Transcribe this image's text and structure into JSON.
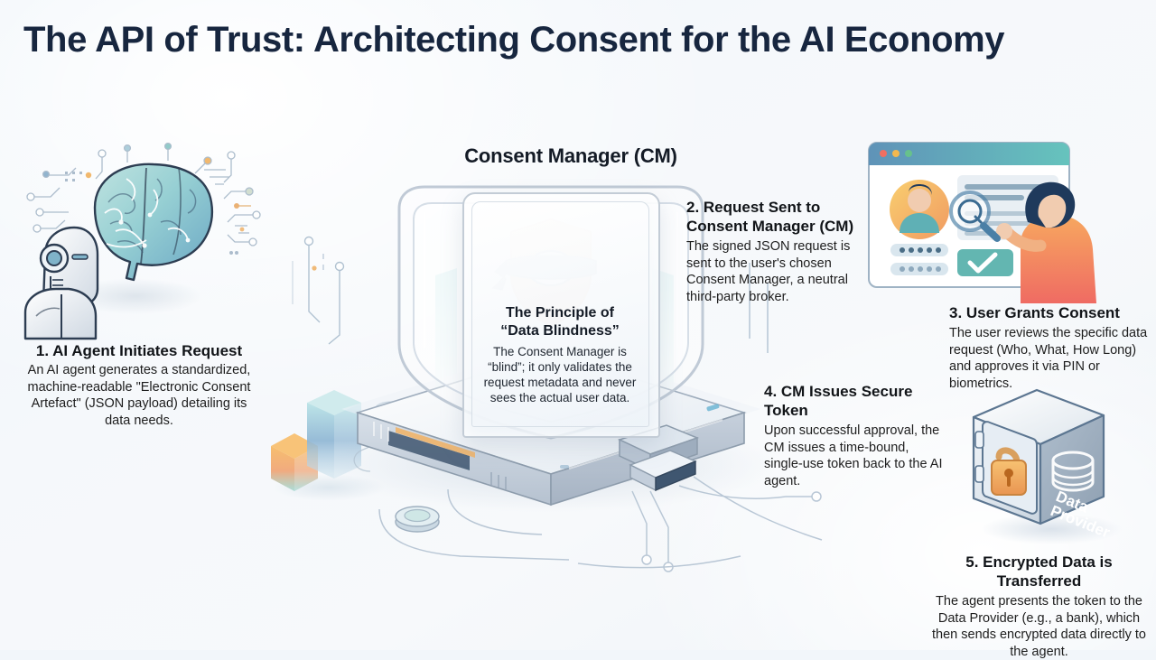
{
  "title": "The API of Trust: Architecting Consent for the AI Economy",
  "center": {
    "heading": "Consent Manager (CM)",
    "card_heading_line1": "The Principle of",
    "card_heading_line2": "“Data Blindness”",
    "card_body": "The Consent Manager is “blind”; it only validates the request metadata and never sees the actual user data."
  },
  "steps": [
    {
      "id": "step-1",
      "heading": "1. AI Agent Initiates Request",
      "body": "An AI agent generates a standardized, machine-readable \"Electronic Consent Artefact\" (JSON payload) detailing its data needs."
    },
    {
      "id": "step-2",
      "heading": "2. Request Sent to Consent Manager (CM)",
      "body": "The signed JSON request is sent to the user's chosen Consent Manager, a neutral third-party broker."
    },
    {
      "id": "step-3",
      "heading": "3. User Grants Consent",
      "body": "The user reviews the specific data request (Who, What, How Long) and approves it via PIN or biometrics."
    },
    {
      "id": "step-4",
      "heading": "4. CM Issues Secure Token",
      "body": "Upon successful approval, the CM issues a time-bound, single-use token back to the AI agent."
    },
    {
      "id": "step-5",
      "heading": "5. Encrypted Data is Transferred",
      "body": "The agent presents the token to the Data Provider (e.g., a bank), which then sends encrypted data directly to the agent."
    }
  ],
  "illustrations": {
    "vault_label_line1": "Data",
    "vault_label_line2": "Provider",
    "icons": {
      "brain": "brain-icon",
      "robot": "robot-head-icon",
      "shield_blindfold": "blindfolded-shield-icon",
      "padlock": "padlock-icon",
      "database": "database-cylinder-icon",
      "magnifier": "magnifier-icon",
      "checkmark": "checkmark-icon",
      "avatar": "avatar-icon"
    }
  },
  "colors": {
    "title": "#17263f",
    "accent_orange": "#f5a14b",
    "accent_teal": "#6fc4c4",
    "accent_blue": "#5b8fb9",
    "background": "#f2f6fa",
    "body_text": "#1d1d1d"
  },
  "watermark": ""
}
